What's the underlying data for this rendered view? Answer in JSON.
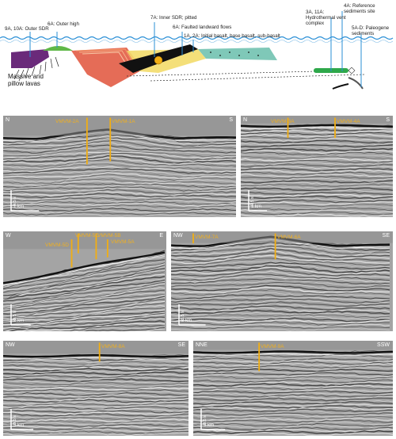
{
  "schematic": {
    "labels": {
      "outer_sdr": "9A, 10A: Outer SDR",
      "outer_high": "6A: Outer high",
      "inner_sdr": "7A: Inner SDR; pitted",
      "faulted": "6A: Faulted landward flows",
      "initial_basalt": "1A, 2A: Initial basalt, base basalt, sub-basalt",
      "hydrothermal": "3A, 11A: Hydrothermal vent complex",
      "reference": "4A: Reference sediments site",
      "paleogene": "5A-D: Paleogene sediments",
      "lavas": "Massive and pillow lavas"
    }
  },
  "panels": [
    {
      "id": "p1",
      "left": "N",
      "right": "S",
      "wells": [
        "VMVM-2A",
        "VMVM-1A"
      ],
      "scale": "1 km",
      "vscale": "0.5 s"
    },
    {
      "id": "p2",
      "left": "N",
      "right": "S",
      "wells": [
        "VMVM-3A",
        "VMVM-4A"
      ],
      "scale": "1 km",
      "vscale": "0.5 s"
    },
    {
      "id": "p3",
      "left": "W",
      "right": "E",
      "wells": [
        "VMVM-5C",
        "VMVM-5B",
        "VMVM-5D",
        "VMVM-5A"
      ],
      "scale": "2 km",
      "vscale": "0.5 s"
    },
    {
      "id": "p4",
      "left": "NW",
      "right": "SE",
      "wells": [
        "VMVM-7A",
        "VMVM-6A"
      ],
      "scale": "2 km",
      "vscale": "0.5 s"
    },
    {
      "id": "p5",
      "left": "NW",
      "right": "SE",
      "wells": [
        "VMVM-8A"
      ],
      "scale": "5 km",
      "vscale": "0.5 s"
    },
    {
      "id": "p6",
      "left": "NNE",
      "right": "SSW",
      "wells": [
        "VMVM-9A"
      ],
      "scale": "5 km",
      "vscale": "0.5 s"
    }
  ],
  "colors": {
    "well": "#f2ae12",
    "water": "#2a8fd6",
    "sdr_purple": "#6a2a7a",
    "outer_high_green": "#5fb848",
    "inner_sdr_red": "#e0523a",
    "basalt_black": "#111111",
    "sediment_yellow": "#f3dc6a",
    "teal": "#7fc8b8",
    "vent_green": "#2ea84a"
  }
}
